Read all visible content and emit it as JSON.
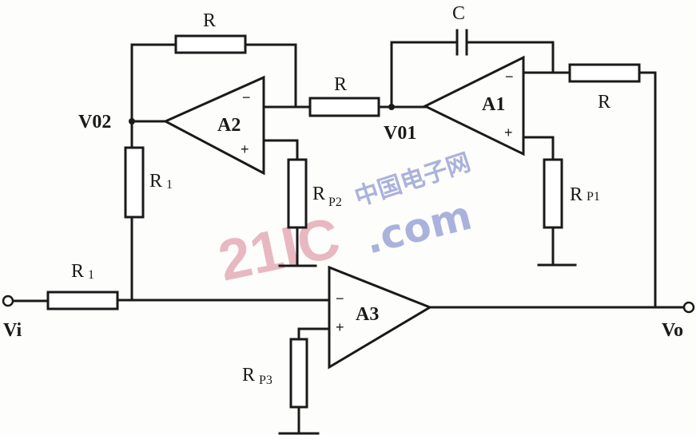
{
  "diagram": {
    "opamps": [
      {
        "id": "A2",
        "label": "A2",
        "minus": "−",
        "plus": "+"
      },
      {
        "id": "A1",
        "label": "A1",
        "minus": "−",
        "plus": "+"
      },
      {
        "id": "A3",
        "label": "A3",
        "minus": "−",
        "plus": "+"
      }
    ],
    "labels": {
      "r_feedback_a2": "R",
      "r_mid": "R",
      "r_a1_out": "R",
      "c": "C",
      "vo2": "V02",
      "vo1": "V01",
      "r1_vertical": "R",
      "r1_vertical_sub": "1",
      "r1_input": "R",
      "r1_input_sub": "1",
      "rp2": "R",
      "rp2_sub": "P2",
      "rp1": "R",
      "rp1_sub": "P1",
      "rp3": "R",
      "rp3_sub": "P3",
      "vi": "Vi",
      "vo": "Vo"
    },
    "watermark": {
      "logo": "21IC",
      "cn": "中国电子网",
      "domain": ".com"
    }
  }
}
